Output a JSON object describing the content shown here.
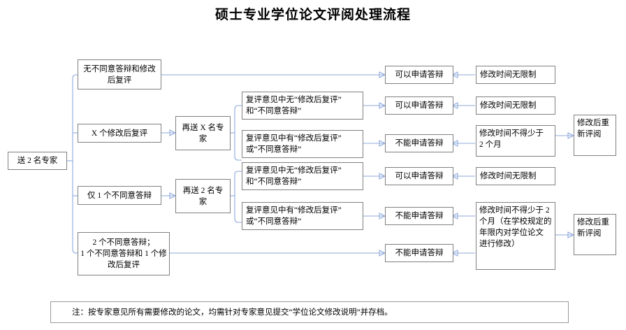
{
  "title": "硕士专业学位论文评阅处理流程",
  "colors": {
    "connector": "#8eaadb",
    "box_border": "#808080",
    "note_border": "#999999",
    "background": "#ffffff",
    "text": "#000000"
  },
  "start": {
    "label": "送 2 名专家"
  },
  "branches": [
    {
      "id": "b1",
      "label": "无不同意答辩和修改\n后复评"
    },
    {
      "id": "b2",
      "label": "X 个修改后复评"
    },
    {
      "id": "b3",
      "label": "仅 1 个不同意答辩"
    },
    {
      "id": "b4",
      "label": "2 个不同意答辩；\n1 个不同意答辩和 1 个修\n改后复评"
    }
  ],
  "resend": [
    {
      "id": "r1",
      "label": "再送 X 名专\n家"
    },
    {
      "id": "r2",
      "label": "再送 2 名专\n家"
    }
  ],
  "opinions": [
    {
      "id": "o1",
      "label": "复评意见中无“修改后复评”\n和“不同意答辩”"
    },
    {
      "id": "o2",
      "label": "复评意见中有“修改后复评”\n或“不同意答辩”"
    },
    {
      "id": "o3",
      "label": "复评意见中无“修改后复评”\n和“不同意答辩”"
    },
    {
      "id": "o4",
      "label": "复评意见中有“修改后复评”\n或“不同意答辩”"
    }
  ],
  "decisions": [
    {
      "id": "d1",
      "label": "可以申请答辩"
    },
    {
      "id": "d2",
      "label": "可以申请答辩"
    },
    {
      "id": "d3",
      "label": "不能申请答辩"
    },
    {
      "id": "d4",
      "label": "可以申请答辩"
    },
    {
      "id": "d5",
      "label": "不能申请答辩"
    },
    {
      "id": "d6",
      "label": "不能申请答辩"
    }
  ],
  "time_limits": [
    {
      "id": "t1",
      "label": "修改时间无限制"
    },
    {
      "id": "t2",
      "label": "修改时间无限制"
    },
    {
      "id": "t3",
      "label": "修改时间不得少于\n2 个月"
    },
    {
      "id": "t4",
      "label": "修改时间无限制"
    },
    {
      "id": "t5",
      "label": "修改时间不得少于 2\n个月（在学校规定的\n年限内对学位论文\n进行修改）"
    }
  ],
  "rereview": [
    {
      "id": "rr1",
      "label": "修改后重\n新评阅"
    },
    {
      "id": "rr2",
      "label": "修改后重\n新评阅"
    }
  ],
  "note": {
    "label": "注：按专家意见所有需要修改的论文，均需针对专家意见提交“学位论文修改说明”并存档。"
  }
}
